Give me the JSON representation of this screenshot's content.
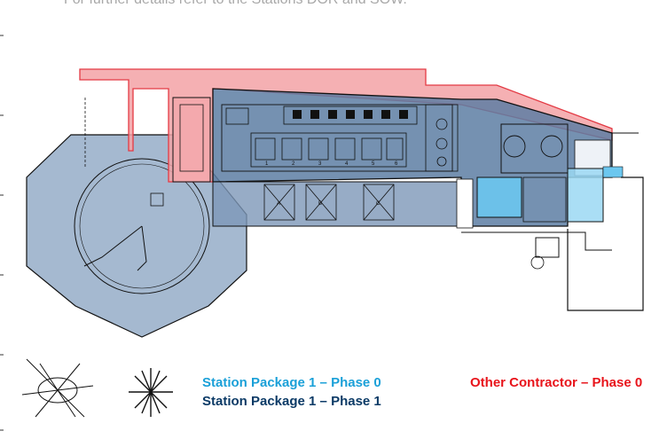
{
  "header": {
    "note_text": "For further details refer to the Stations DOR and SOW."
  },
  "legend": [
    {
      "label": "Station Package 1 – Phase 0",
      "color": "#1aa0d8"
    },
    {
      "label": "Station Package 1 – Phase 1",
      "color": "#0b3a66"
    },
    {
      "label": "Other Contractor – Phase 0",
      "color": "#e8141b"
    }
  ],
  "colors": {
    "phase1_fill": "#5d7ea3",
    "phase0_fill": "#6cc7ef",
    "other_fill": "#f3a2a6",
    "other_stroke": "#e33a44",
    "linework": "#111111"
  },
  "diagram": {
    "units": [
      "1",
      "2",
      "3",
      "4",
      "5",
      "6"
    ],
    "bays": [
      "A",
      "B",
      "C"
    ]
  }
}
